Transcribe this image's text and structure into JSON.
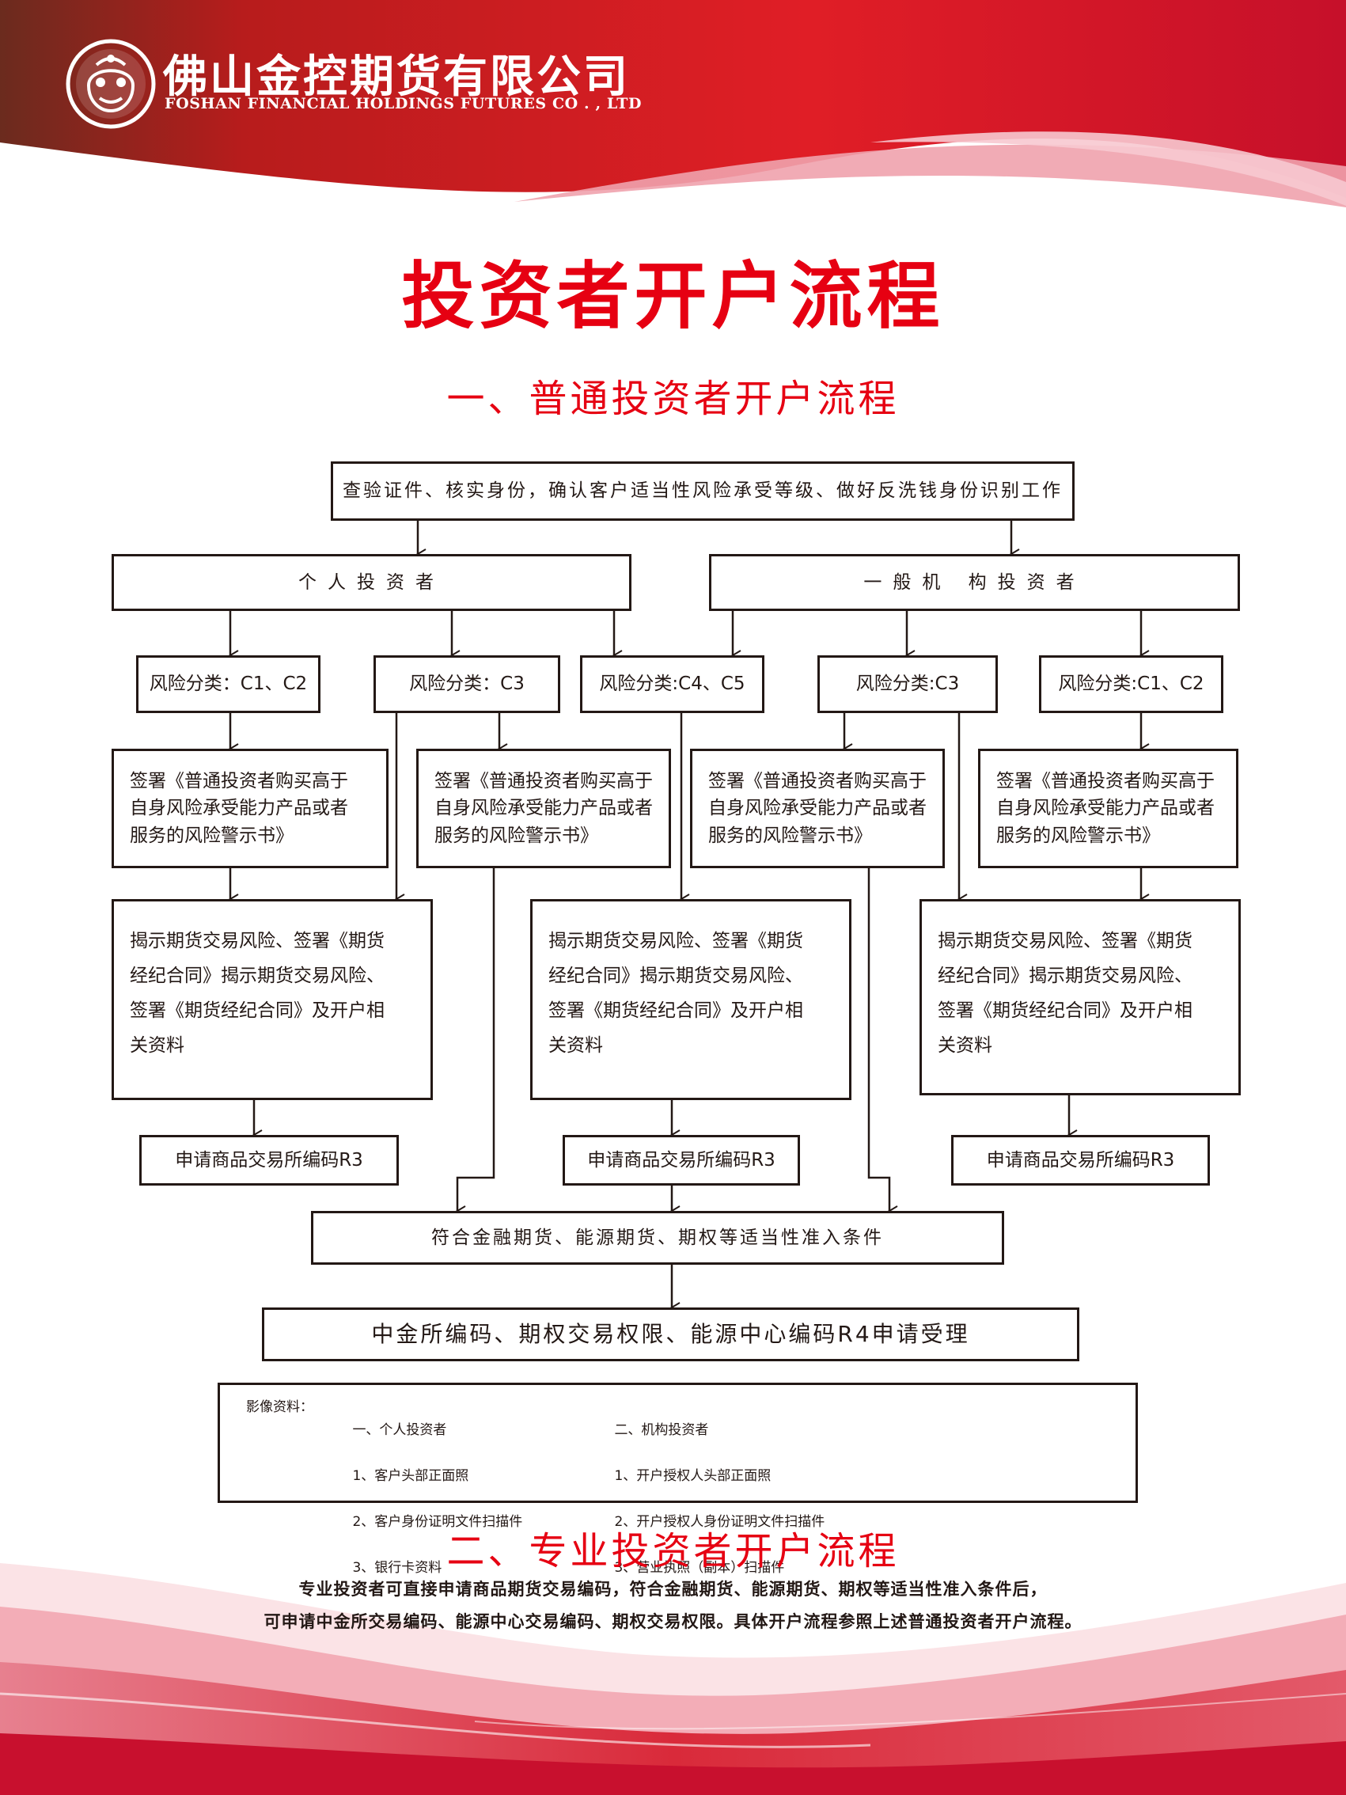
{
  "header": {
    "company_cn": "佛山金控期货有限公司",
    "company_en": "FOSHAN FINANCIAL HOLDINGS FUTURES CO . , LTD"
  },
  "colors": {
    "brand_red": "#e60012",
    "line": "#231815"
  },
  "title": "投资者开户流程",
  "section1": {
    "title": "一、普通投资者开户流程"
  },
  "flow": {
    "verify": "查验证件、核实身份，确认客户适当性风险承受等级、做好反洗钱身份识别工作",
    "individual": "个人投资者",
    "institution": "一般机 构投资者",
    "risk_c1c2_a": "风险分类：C1、C2",
    "risk_c3_a": "风险分类：C3",
    "risk_c4c5": "风险分类:C4、C5",
    "risk_c3_b": "风险分类:C3",
    "risk_c1c2_b": "风险分类:C1、C2",
    "warning_sign": [
      "签署《普通投资者购买高于",
      "自身风险承受能力产品或者",
      "服务的风险警示书》"
    ],
    "disclose": [
      "揭示期货交易风险、签署《期货",
      "经纪合同》揭示期货交易风险、",
      "签署《期货经纪合同》及开户相",
      "关资料"
    ],
    "apply_r3": "申请商品交易所编码R3",
    "qualify": "符合金融期货、能源期货、期权等适当性准入条件",
    "final": "中金所编码、期权交易权限、能源中心编码R4申请受理"
  },
  "image_materials": {
    "label": "影像资料：",
    "individual_title": "一、个人投资者",
    "individual_items": [
      "1、客户头部正面照",
      "2、客户身份证明文件扫描件",
      "3、银行卡资料"
    ],
    "institution_title": "二、机构投资者",
    "institution_items": [
      "1、开户授权人头部正面照",
      "2、开户授权人身份证明文件扫描件",
      "3、营业执照（副本）扫描件"
    ]
  },
  "section2": {
    "title": "二、专业投资者开户流程",
    "line1": "专业投资者可直接申请商品期货交易编码，符合金融期货、能源期货、期权等适当性准入条件后，",
    "line2": "可申请中金所交易编码、能源中心交易编码、期权交易权限。具体开户流程参照上述普通投资者开户流程。"
  },
  "icons": {
    "logo": "lion-head-logo-icon"
  }
}
